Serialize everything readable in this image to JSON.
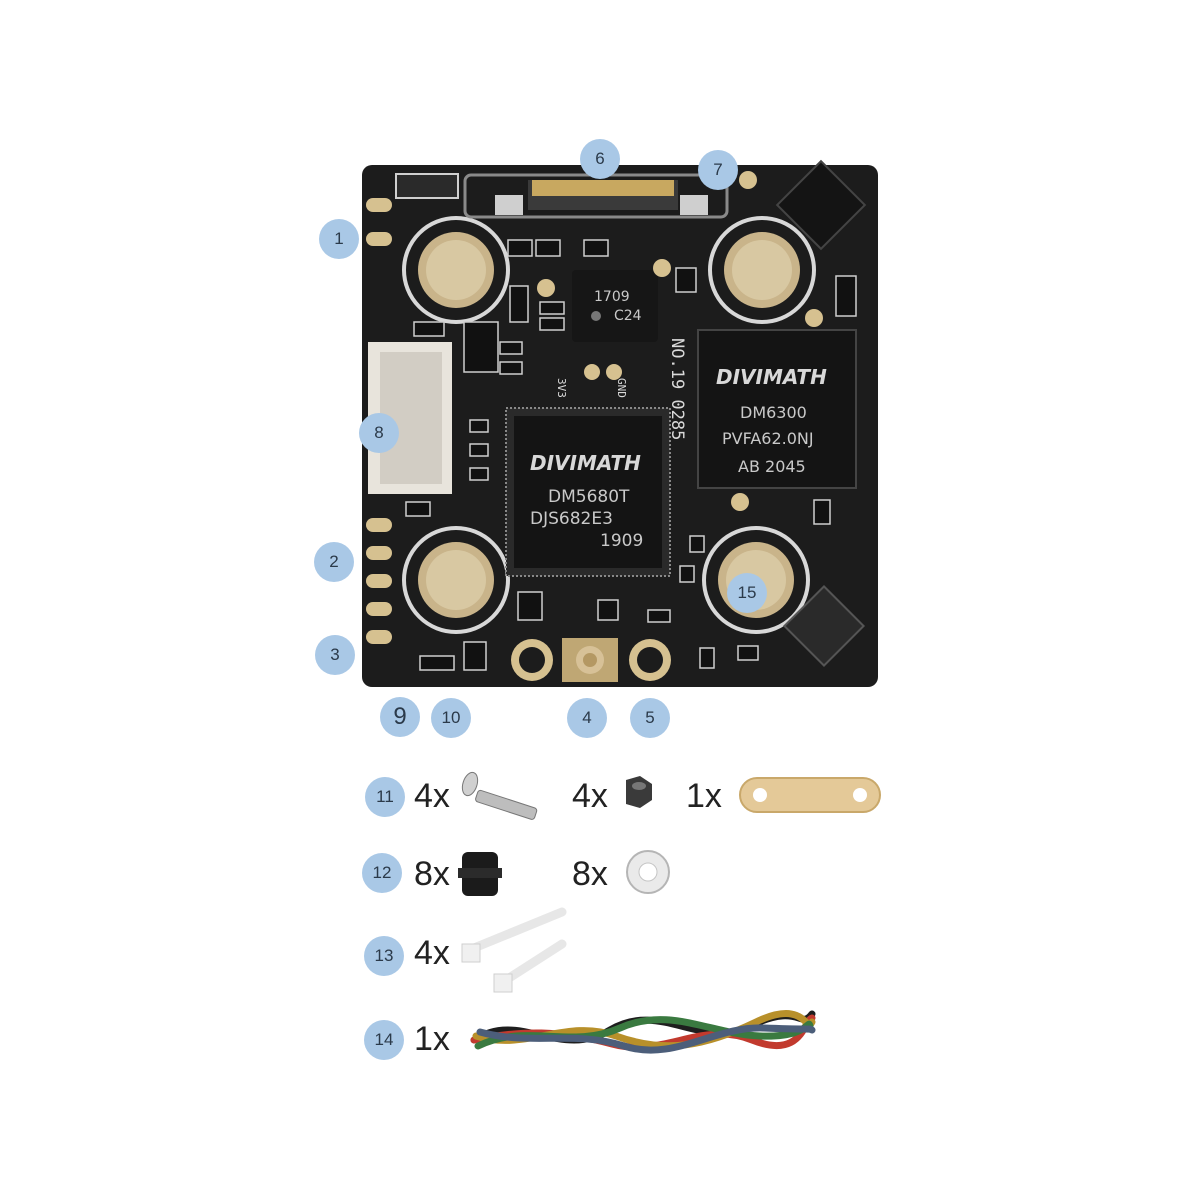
{
  "board": {
    "chip_main": {
      "brand": "DIVIMATH",
      "model": "DM5680T",
      "code": "DJS682E3",
      "date": "1909"
    },
    "chip_rf": {
      "brand": "DIVIMATH",
      "model": "DM6300",
      "code": "PVFA62.0NJ",
      "batch": "AB 2045"
    },
    "chip_small": {
      "line1": "1709",
      "line2": "C24"
    },
    "serial": "NO.19 0285",
    "silk_3v3": "3V3",
    "silk_gnd": "GND"
  },
  "callouts": [
    {
      "id": "callout-1",
      "label": "1"
    },
    {
      "id": "callout-2",
      "label": "2"
    },
    {
      "id": "callout-3",
      "label": "3"
    },
    {
      "id": "callout-4",
      "label": "4"
    },
    {
      "id": "callout-5",
      "label": "5"
    },
    {
      "id": "callout-6",
      "label": "6"
    },
    {
      "id": "callout-7",
      "label": "7"
    },
    {
      "id": "callout-8",
      "label": "8"
    },
    {
      "id": "callout-9",
      "label": "9"
    },
    {
      "id": "callout-10",
      "label": "10"
    },
    {
      "id": "callout-11",
      "label": "11"
    },
    {
      "id": "callout-12",
      "label": "12"
    },
    {
      "id": "callout-13",
      "label": "13"
    },
    {
      "id": "callout-14",
      "label": "14"
    },
    {
      "id": "callout-15",
      "label": "15"
    }
  ],
  "accessories": [
    {
      "item": "screw",
      "qty": "4x"
    },
    {
      "item": "nut",
      "qty": "4x"
    },
    {
      "item": "gasket",
      "qty": "1x"
    },
    {
      "item": "grommet",
      "qty": "8x"
    },
    {
      "item": "washer",
      "qty": "8x"
    },
    {
      "item": "cable-tie",
      "qty": "4x"
    },
    {
      "item": "wire-harness",
      "qty": "1x"
    }
  ],
  "colors": {
    "callout": "#a9c8e6",
    "board": "#1c1c1c",
    "pad": "#d6c190"
  }
}
